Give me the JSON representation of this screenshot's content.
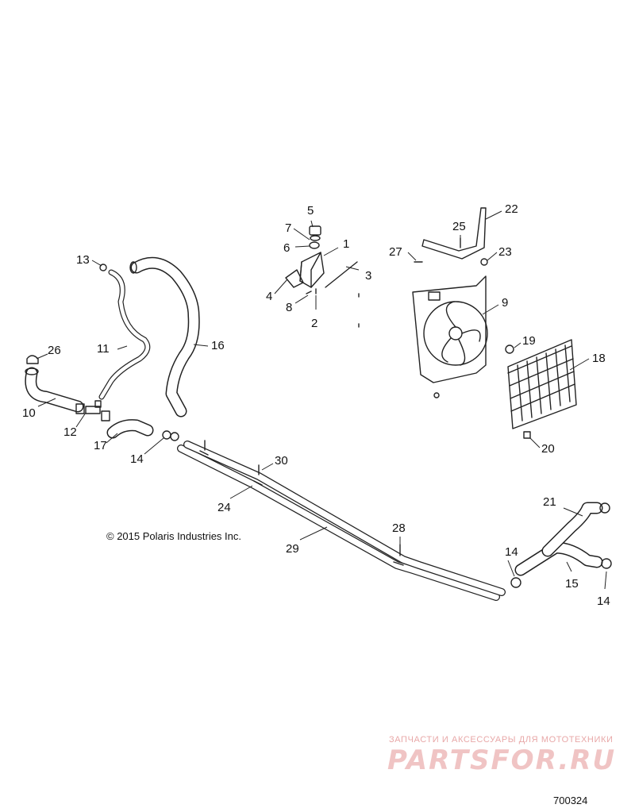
{
  "copyright": "© 2015 Polaris Industries Inc.",
  "figure_number": "700324",
  "watermark": {
    "subtitle": "ЗАПЧАСТИ И АКСЕССУАРЫ ДЛЯ МОТОТЕХНИКИ",
    "logo": "PARTSFOR.RU"
  },
  "callouts": {
    "c1": "1",
    "c2": "2",
    "c3": "3",
    "c4": "4",
    "c5": "5",
    "c6": "6",
    "c7": "7",
    "c8": "8",
    "c9": "9",
    "c10": "10",
    "c11": "11",
    "c12": "12",
    "c13": "13",
    "c14a": "14",
    "c14b": "14",
    "c14c": "14",
    "c15": "15",
    "c16": "16",
    "c17": "17",
    "c18": "18",
    "c19": "19",
    "c20": "20",
    "c21": "21",
    "c22": "22",
    "c23": "23",
    "c24": "24",
    "c25": "25",
    "c26": "26",
    "c27": "27",
    "c28": "28",
    "c29": "29",
    "c30": "30"
  }
}
